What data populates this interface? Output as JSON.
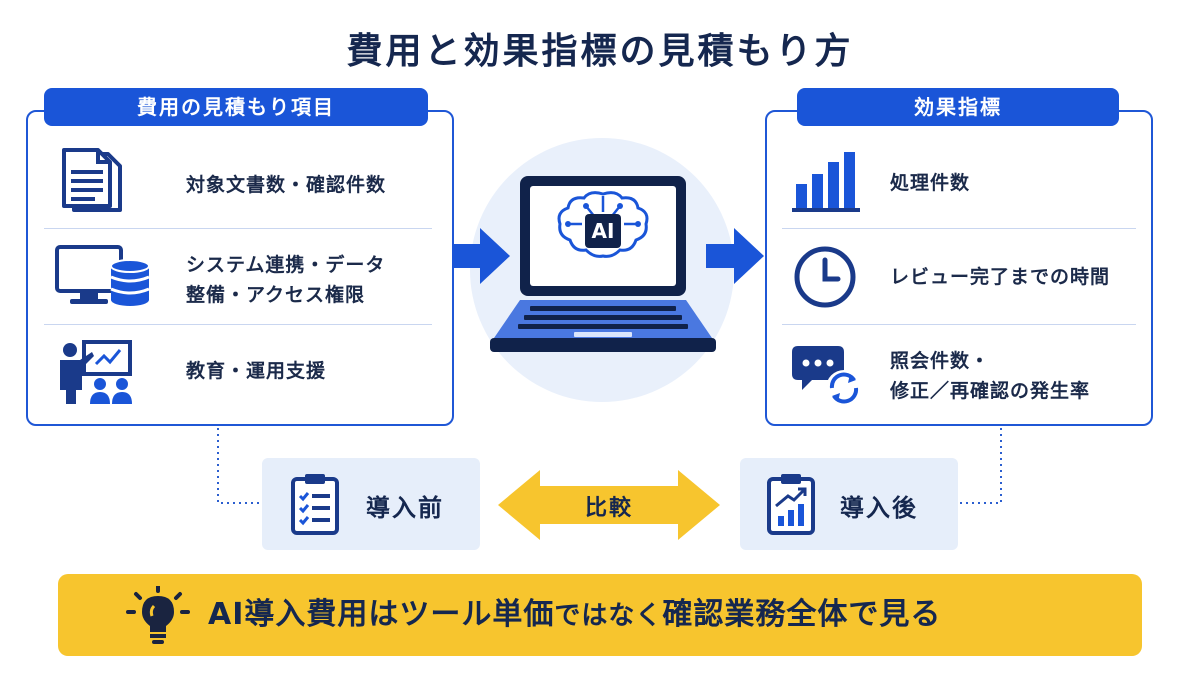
{
  "title": "費用と効果指標の見積もり方",
  "left_panel": {
    "header": "費用の見積もり項目",
    "items": [
      {
        "icon": "document-icon",
        "lines": [
          "対象文書数・確認件数"
        ]
      },
      {
        "icon": "monitor-database-icon",
        "lines": [
          "システム連携・データ",
          "整備・アクセス権限"
        ]
      },
      {
        "icon": "training-presentation-icon",
        "lines": [
          "教育・運用支援"
        ]
      }
    ]
  },
  "center": {
    "icon": "laptop-ai-icon",
    "chip_label": "AI"
  },
  "right_panel": {
    "header": "効果指標",
    "items": [
      {
        "icon": "bar-chart-icon",
        "lines": [
          "処理件数"
        ]
      },
      {
        "icon": "clock-icon",
        "lines": [
          "レビュー完了までの時間"
        ]
      },
      {
        "icon": "chat-refresh-icon",
        "lines": [
          "照会件数・",
          "修正／再確認の発生率"
        ]
      }
    ]
  },
  "comparison": {
    "before": {
      "icon": "checklist-clipboard-icon",
      "label": "導入前"
    },
    "label": "比較",
    "after": {
      "icon": "growth-clipboard-icon",
      "label": "導入後"
    }
  },
  "banner": {
    "icon": "lightbulb-icon",
    "segments": [
      {
        "text": "AI導入費用はツール単価",
        "size": "big"
      },
      {
        "text": "ではなく",
        "size": "small"
      },
      {
        "text": "確認業務全体で見る",
        "size": "big"
      }
    ]
  },
  "colors": {
    "accent": "#1a55d8",
    "navy": "#15274f",
    "light": "#e6eefa",
    "banner": "#f7c52e"
  }
}
